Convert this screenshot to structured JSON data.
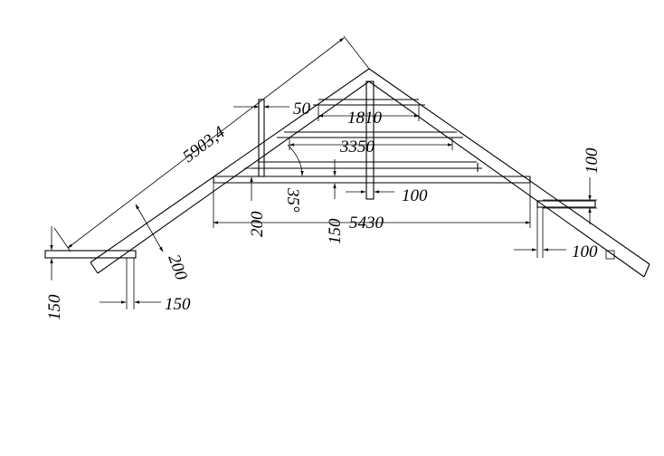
{
  "dimensions": {
    "rafter_length": "5903,4",
    "top_gap": "50",
    "upper_collar": "1810",
    "middle_collar": "3350",
    "post_height_left": "200",
    "angle": "35°",
    "post_height_mid": "150",
    "post_width": "100",
    "span": "5430",
    "right_height": "100",
    "right_width": "100",
    "eave_depth": "200",
    "eave_height": "150",
    "eave_width": "150"
  }
}
